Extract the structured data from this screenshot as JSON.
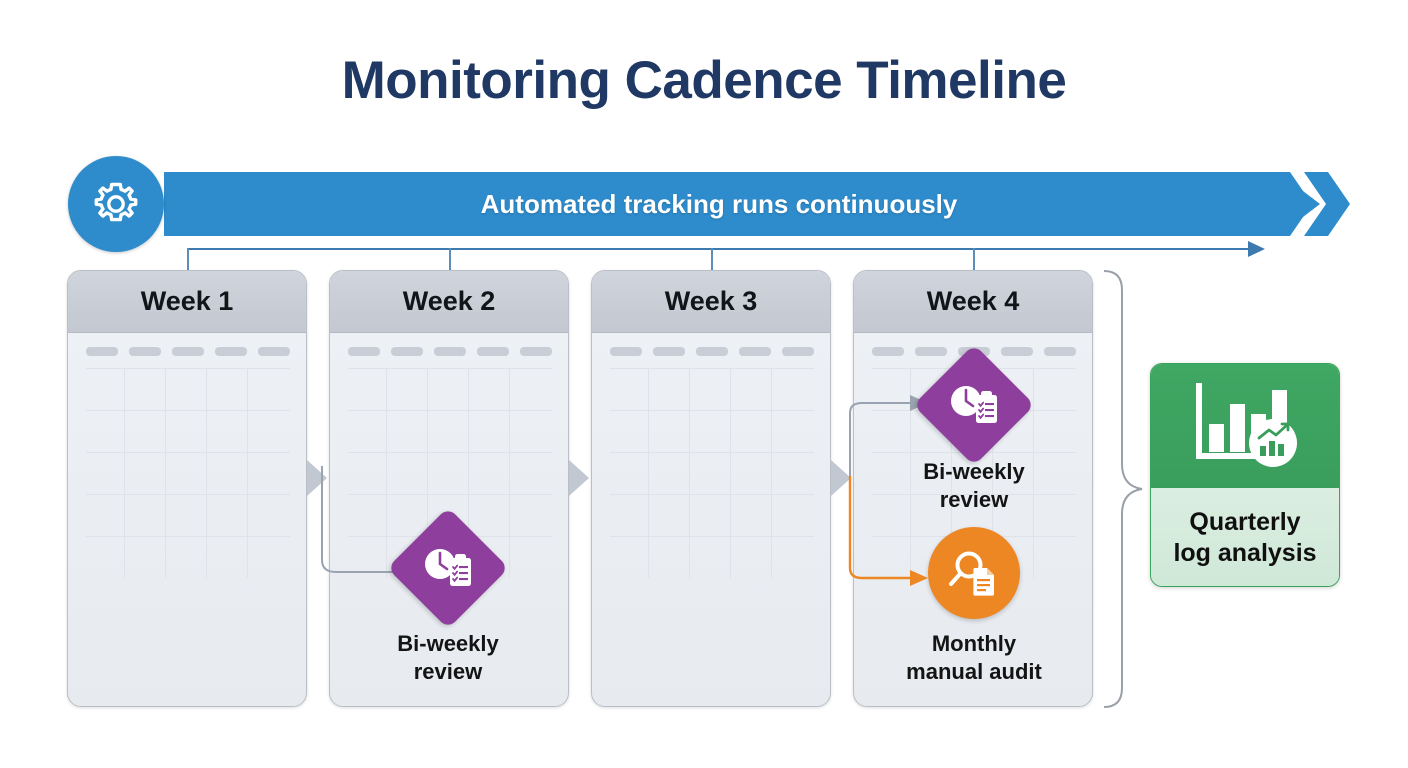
{
  "page": {
    "title": "Monitoring Cadence Timeline",
    "title_color": "#1f3864",
    "background": "#ffffff"
  },
  "banner": {
    "label": "Automated tracking runs continuously",
    "color": "#2e8ccc",
    "text_color": "#ffffff",
    "icon": "gear-icon",
    "chevron_count": 2
  },
  "timeline": {
    "arrow_color": "#3d7ab0",
    "tick_count": 4
  },
  "weeks": [
    {
      "label": "Week 1",
      "milestones": []
    },
    {
      "label": "Week 2",
      "milestones": [
        {
          "id": "bi-weekly-review",
          "label": "Bi-weekly\nreview",
          "shape": "diamond",
          "color": "#8e3f9e",
          "icon": "clock-checklist-icon"
        }
      ]
    },
    {
      "label": "Week 3",
      "milestones": []
    },
    {
      "label": "Week 4",
      "milestones": [
        {
          "id": "bi-weekly-review",
          "label": "Bi-weekly\nreview",
          "shape": "diamond",
          "color": "#8e3f9e",
          "icon": "clock-checklist-icon"
        },
        {
          "id": "monthly-manual-audit",
          "label": "Monthly\nmanual audit",
          "shape": "circle",
          "color": "#ec8723",
          "icon": "magnifier-document-icon"
        }
      ]
    }
  ],
  "milestone_labels": {
    "week2_review": "Bi-weekly\nreview",
    "week4_review": "Bi-weekly\nreview",
    "week4_audit": "Monthly\nmanual audit"
  },
  "connectors": {
    "gray_color": "#9aa4b0",
    "orange_color": "#ec8723",
    "gap_arrow_color": "#c2c8d1"
  },
  "brace": {
    "color": "#9aa0a8"
  },
  "outcome": {
    "label": "Quarterly\nlog analysis",
    "header_color": "#3fa863",
    "body_color": "#dbeee1",
    "icon": "bar-chart-analytics-icon"
  },
  "calendar": {
    "day_pill_count": 5,
    "grid_rows": 5,
    "grid_cols": 5,
    "pill_color": "#c9ced6",
    "grid_line_color": "#dfe3e9"
  }
}
